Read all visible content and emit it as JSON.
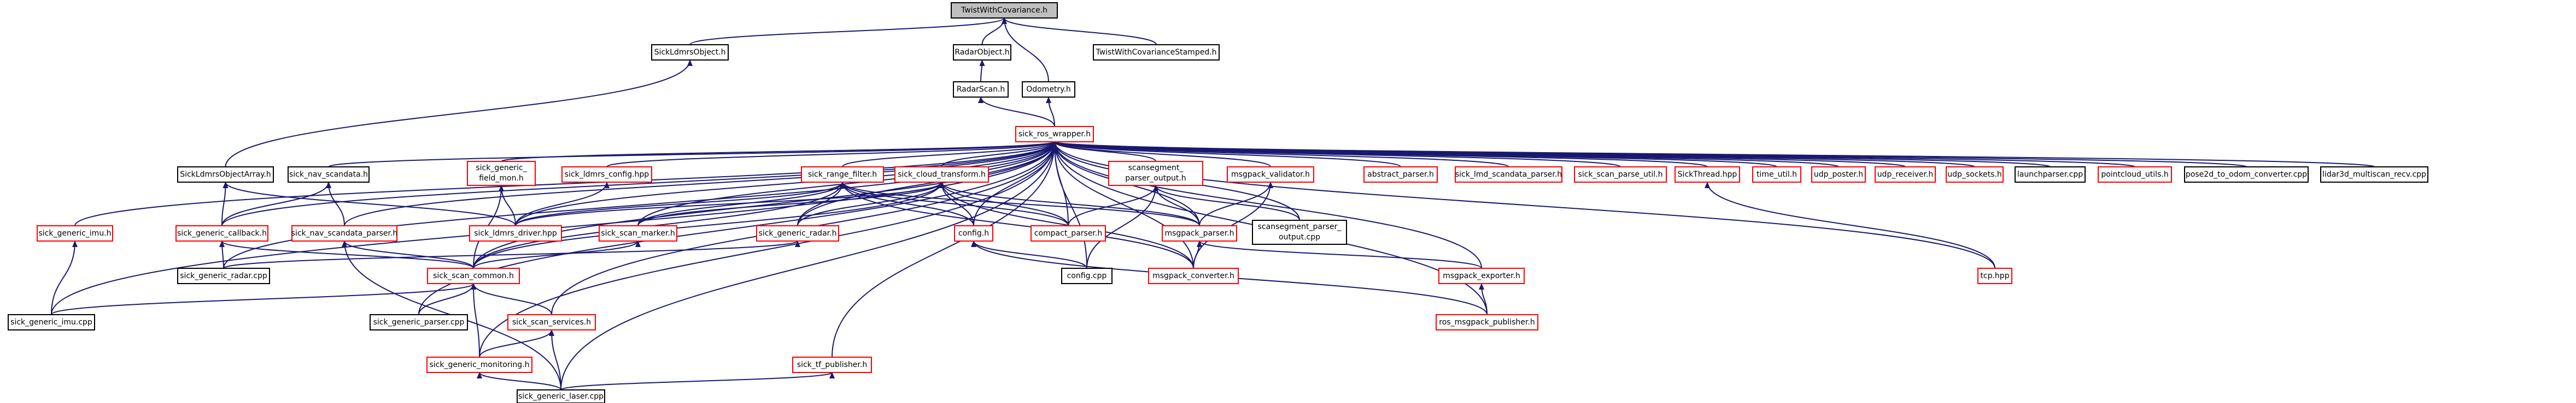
{
  "colors": {
    "edge": "#191970",
    "node_border_plain": "#000000",
    "node_border_linked": "#ff0000",
    "root_fill": "#bfbfbf",
    "node_fill": "#ffffff",
    "text": "#000000"
  },
  "nodes": [
    {
      "id": "twist",
      "label": "TwistWithCovariance.h",
      "style": "root"
    },
    {
      "id": "ldmrsobj",
      "label": "SickLdmrsObject.h",
      "style": "plain"
    },
    {
      "id": "radarobj",
      "label": "RadarObject.h",
      "style": "plain"
    },
    {
      "id": "twiststamped",
      "label": "TwistWithCovarianceStamped.h",
      "style": "plain"
    },
    {
      "id": "radarscan",
      "label": "RadarScan.h",
      "style": "plain"
    },
    {
      "id": "odometry",
      "label": "Odometry.h",
      "style": "plain"
    },
    {
      "id": "wrapper",
      "label": "sick_ros_wrapper.h",
      "style": "linked"
    },
    {
      "id": "ldmrsarr",
      "label": "SickLdmrsObjectArray.h",
      "style": "plain"
    },
    {
      "id": "navscandata",
      "label": "sick_nav_scandata.h",
      "style": "plain"
    },
    {
      "id": "genfield",
      "label": "sick_generic_field_mon.h",
      "style": "linked"
    },
    {
      "id": "ldmrscfg",
      "label": "sick_ldmrs_config.hpp",
      "style": "linked"
    },
    {
      "id": "rangefilter",
      "label": "sick_range_filter.h",
      "style": "linked"
    },
    {
      "id": "cloudtrans",
      "label": "sick_cloud_transform.h",
      "style": "linked"
    },
    {
      "id": "scanseg",
      "label": "scansegment_parser_output.h",
      "style": "linked"
    },
    {
      "id": "msgval",
      "label": "msgpack_validator.h",
      "style": "linked"
    },
    {
      "id": "absparser",
      "label": "abstract_parser.h",
      "style": "linked"
    },
    {
      "id": "lmdscan",
      "label": "sick_lmd_scandata_parser.h",
      "style": "linked"
    },
    {
      "id": "parseutil",
      "label": "sick_scan_parse_util.h",
      "style": "linked"
    },
    {
      "id": "sickthread",
      "label": "SickThread.hpp",
      "style": "linked"
    },
    {
      "id": "timeutil",
      "label": "time_util.h",
      "style": "linked"
    },
    {
      "id": "udpposter",
      "label": "udp_poster.h",
      "style": "linked"
    },
    {
      "id": "udprecv",
      "label": "udp_receiver.h",
      "style": "linked"
    },
    {
      "id": "udpsock",
      "label": "udp_sockets.h",
      "style": "linked"
    },
    {
      "id": "launchparser",
      "label": "launchparser.cpp",
      "style": "plain"
    },
    {
      "id": "pcutils",
      "label": "pointcloud_utils.h",
      "style": "linked"
    },
    {
      "id": "pose2d",
      "label": "pose2d_to_odom_converter.cpp",
      "style": "plain"
    },
    {
      "id": "lidar3d",
      "label": "lidar3d_multiscan_recv.cpp",
      "style": "plain"
    },
    {
      "id": "genimu",
      "label": "sick_generic_imu.h",
      "style": "linked"
    },
    {
      "id": "gencallback",
      "label": "sick_generic_callback.h",
      "style": "linked"
    },
    {
      "id": "navparser",
      "label": "sick_nav_scandata_parser.h",
      "style": "linked"
    },
    {
      "id": "ldmrsdrv",
      "label": "sick_ldmrs_driver.hpp",
      "style": "linked"
    },
    {
      "id": "scanmarker",
      "label": "sick_scan_marker.h",
      "style": "linked"
    },
    {
      "id": "genradar",
      "label": "sick_generic_radar.h",
      "style": "linked"
    },
    {
      "id": "configh",
      "label": "config.h",
      "style": "linked"
    },
    {
      "id": "compact",
      "label": "compact_parser.h",
      "style": "linked"
    },
    {
      "id": "msgparser",
      "label": "msgpack_parser.h",
      "style": "linked"
    },
    {
      "id": "scansegcpp",
      "label": "scansegment_parser_output.cpp",
      "style": "plain"
    },
    {
      "id": "tcp",
      "label": "tcp.hpp",
      "style": "linked"
    },
    {
      "id": "genradarcpp",
      "label": "sick_generic_radar.cpp",
      "style": "plain"
    },
    {
      "id": "scancommon",
      "label": "sick_scan_common.h",
      "style": "linked"
    },
    {
      "id": "configcpp",
      "label": "config.cpp",
      "style": "plain"
    },
    {
      "id": "msgconv",
      "label": "msgpack_converter.h",
      "style": "linked"
    },
    {
      "id": "msgexp",
      "label": "msgpack_exporter.h",
      "style": "linked"
    },
    {
      "id": "genimucpp",
      "label": "sick_generic_imu.cpp",
      "style": "plain"
    },
    {
      "id": "genparsercpp",
      "label": "sick_generic_parser.cpp",
      "style": "plain"
    },
    {
      "id": "scanservices",
      "label": "sick_scan_services.h",
      "style": "linked"
    },
    {
      "id": "rosmsgpub",
      "label": "ros_msgpack_publisher.h",
      "style": "linked"
    },
    {
      "id": "tfpub",
      "label": "sick_tf_publisher.h",
      "style": "linked"
    },
    {
      "id": "genmon",
      "label": "sick_generic_monitoring.h",
      "style": "linked"
    },
    {
      "id": "genlaser",
      "label": "sick_generic_laser.cpp",
      "style": "plain"
    }
  ],
  "edges": [
    [
      "ldmrsobj",
      "twist"
    ],
    [
      "radarobj",
      "twist"
    ],
    [
      "odometry",
      "twist"
    ],
    [
      "twiststamped",
      "twist"
    ],
    [
      "radarscan",
      "radarobj"
    ],
    [
      "wrapper",
      "radarscan"
    ],
    [
      "wrapper",
      "odometry"
    ],
    [
      "ldmrsarr",
      "ldmrsobj"
    ],
    [
      "navscandata",
      "wrapper"
    ],
    [
      "genfield",
      "wrapper"
    ],
    [
      "ldmrscfg",
      "wrapper"
    ],
    [
      "rangefilter",
      "wrapper"
    ],
    [
      "cloudtrans",
      "wrapper"
    ],
    [
      "scanseg",
      "wrapper"
    ],
    [
      "msgval",
      "wrapper"
    ],
    [
      "absparser",
      "wrapper"
    ],
    [
      "lmdscan",
      "wrapper"
    ],
    [
      "parseutil",
      "wrapper"
    ],
    [
      "sickthread",
      "wrapper"
    ],
    [
      "timeutil",
      "wrapper"
    ],
    [
      "udpposter",
      "wrapper"
    ],
    [
      "udprecv",
      "wrapper"
    ],
    [
      "udpsock",
      "wrapper"
    ],
    [
      "launchparser",
      "wrapper"
    ],
    [
      "pcutils",
      "wrapper"
    ],
    [
      "pose2d",
      "wrapper"
    ],
    [
      "lidar3d",
      "wrapper"
    ],
    [
      "genimu",
      "wrapper"
    ],
    [
      "gencallback",
      "wrapper"
    ],
    [
      "navparser",
      "wrapper"
    ],
    [
      "ldmrsdrv",
      "wrapper"
    ],
    [
      "scanmarker",
      "wrapper"
    ],
    [
      "genradar",
      "wrapper"
    ],
    [
      "configh",
      "wrapper"
    ],
    [
      "compact",
      "wrapper"
    ],
    [
      "msgparser",
      "wrapper"
    ],
    [
      "scansegcpp",
      "wrapper"
    ],
    [
      "tcp",
      "wrapper"
    ],
    [
      "genradarcpp",
      "wrapper"
    ],
    [
      "configcpp",
      "wrapper"
    ],
    [
      "msgconv",
      "wrapper"
    ],
    [
      "msgexp",
      "wrapper"
    ],
    [
      "genimucpp",
      "wrapper"
    ],
    [
      "genparsercpp",
      "wrapper"
    ],
    [
      "scanservices",
      "wrapper"
    ],
    [
      "rosmsgpub",
      "wrapper"
    ],
    [
      "tfpub",
      "wrapper"
    ],
    [
      "genmon",
      "wrapper"
    ],
    [
      "genlaser",
      "wrapper"
    ],
    [
      "scancommon",
      "wrapper"
    ],
    [
      "gencallback",
      "ldmrsarr"
    ],
    [
      "ldmrsdrv",
      "ldmrsarr"
    ],
    [
      "gencallback",
      "navscandata"
    ],
    [
      "navparser",
      "navscandata"
    ],
    [
      "ldmrsdrv",
      "genfield"
    ],
    [
      "scancommon",
      "genfield"
    ],
    [
      "ldmrsdrv",
      "ldmrscfg"
    ],
    [
      "ldmrsdrv",
      "rangefilter"
    ],
    [
      "scanmarker",
      "rangefilter"
    ],
    [
      "genradar",
      "rangefilter"
    ],
    [
      "configh",
      "rangefilter"
    ],
    [
      "compact",
      "rangefilter"
    ],
    [
      "msgparser",
      "rangefilter"
    ],
    [
      "scancommon",
      "rangefilter"
    ],
    [
      "msgconv",
      "rangefilter"
    ],
    [
      "ldmrsdrv",
      "cloudtrans"
    ],
    [
      "scanmarker",
      "cloudtrans"
    ],
    [
      "genradar",
      "cloudtrans"
    ],
    [
      "configh",
      "cloudtrans"
    ],
    [
      "compact",
      "cloudtrans"
    ],
    [
      "msgparser",
      "cloudtrans"
    ],
    [
      "scancommon",
      "cloudtrans"
    ],
    [
      "msgconv",
      "cloudtrans"
    ],
    [
      "compact",
      "scanseg"
    ],
    [
      "msgparser",
      "scanseg"
    ],
    [
      "scansegcpp",
      "scanseg"
    ],
    [
      "configcpp",
      "scanseg"
    ],
    [
      "msgparser",
      "msgval"
    ],
    [
      "msgconv",
      "msgval"
    ],
    [
      "tcp",
      "sickthread"
    ],
    [
      "genimucpp",
      "genimu"
    ],
    [
      "genradarcpp",
      "gencallback"
    ],
    [
      "scancommon",
      "gencallback"
    ],
    [
      "scancommon",
      "navparser"
    ],
    [
      "genlaser",
      "navparser"
    ],
    [
      "scancommon",
      "scanmarker"
    ],
    [
      "genradarcpp",
      "genradar"
    ],
    [
      "configcpp",
      "configh"
    ],
    [
      "rosmsgpub",
      "configh"
    ],
    [
      "msgconv",
      "msgparser"
    ],
    [
      "msgexp",
      "msgparser"
    ],
    [
      "genimucpp",
      "scancommon"
    ],
    [
      "genparsercpp",
      "scancommon"
    ],
    [
      "scanservices",
      "scancommon"
    ],
    [
      "genmon",
      "scancommon"
    ],
    [
      "genmon",
      "scanservices"
    ],
    [
      "genlaser",
      "scanservices"
    ],
    [
      "rosmsgpub",
      "msgexp"
    ],
    [
      "genlaser",
      "tfpub"
    ],
    [
      "genlaser",
      "genmon"
    ]
  ]
}
